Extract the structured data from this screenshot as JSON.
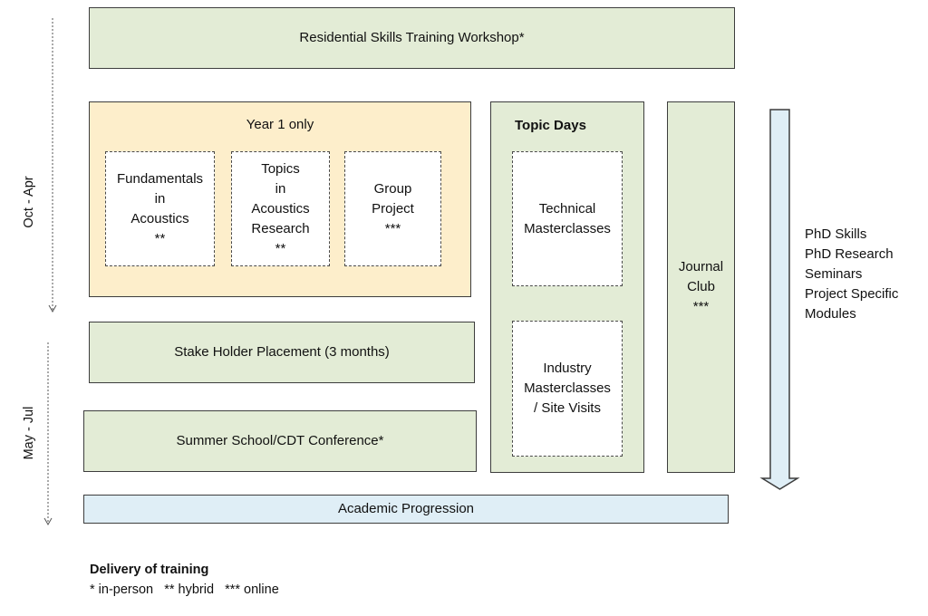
{
  "timeline": {
    "period_1": "Oct - Apr",
    "period_2": "May - Jul"
  },
  "residential": "Residential Skills Training Workshop*",
  "year1": {
    "title": "Year 1 only",
    "modules": [
      {
        "label": "Fundamentals\nin\nAcoustics\n**"
      },
      {
        "label": "Topics\nin\nAcoustics\nResearch\n**"
      },
      {
        "label": "Group\nProject\n***"
      }
    ]
  },
  "topic_days": {
    "title": "Topic Days",
    "technical": "Technical\nMasterclasses",
    "industry": "Industry\nMasterclasses\n/ Site Visits"
  },
  "journal_club": "Journal\nClub\n***",
  "stakeholder": "Stake Holder Placement (3 months)",
  "summer_school": "Summer School/CDT Conference*",
  "academic_progression": "Academic Progression",
  "phd_list": "PhD Skills\nPhD Research\nSeminars\nProject Specific\nModules",
  "colors": {
    "green_fill": "#e3ecd6",
    "yellow_fill": "#fdeecb",
    "blue_fill": "#dfeef6",
    "border": "#3d3d3d"
  },
  "legend": {
    "title": "Delivery of training",
    "items": "* in-person   ** hybrid   *** online"
  }
}
